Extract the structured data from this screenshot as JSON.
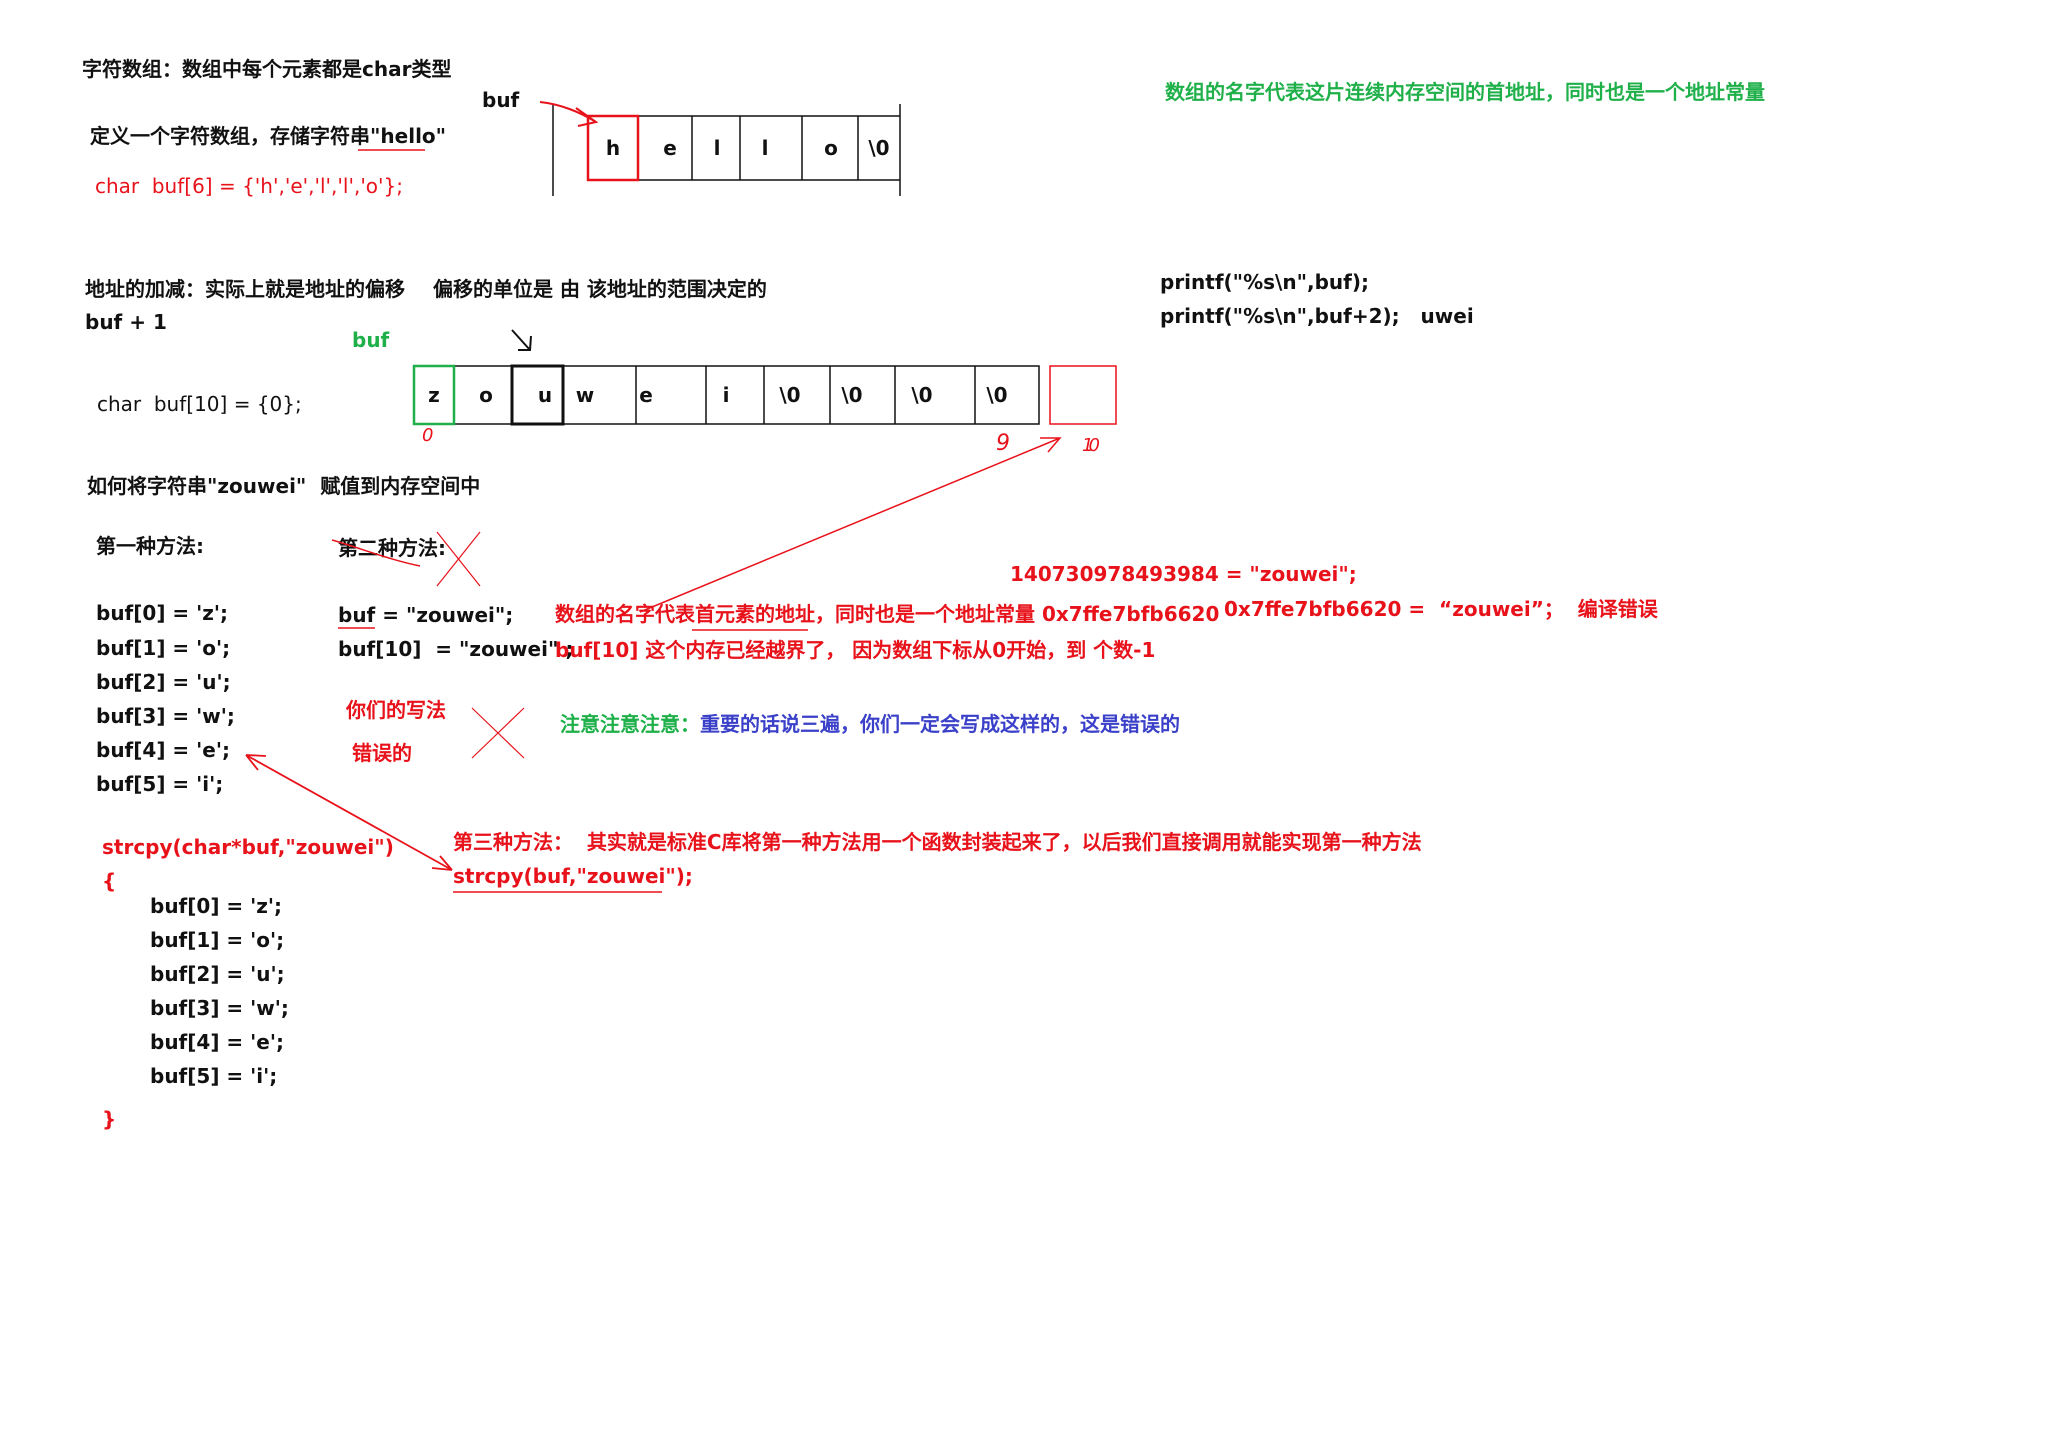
{
  "colors": {
    "text": "#111111",
    "red": "#e8121b",
    "green": "#1fb04a",
    "blue": "#3a40c8"
  },
  "sec1": {
    "title": "字符数组：数组中每个元素都是char类型",
    "define": "定义一个字符数组，存储字符串\"hello\"",
    "code": "char  buf[6] = {'h','e','l','l','o'};",
    "buf_label": "buf",
    "cells": [
      "h",
      "e",
      "l",
      "l",
      "o",
      "\\0"
    ],
    "note_green": "数组的名字代表这片连续内存空间的首地址，同时也是一个地址常量"
  },
  "sec2": {
    "title": "地址的加减：实际上就是地址的偏移",
    "offset_note": "偏移的单位是 由 该地址的范围决定的",
    "buf_plus": "buf + 1",
    "buf_label": "buf",
    "code": "char  buf[10] = {0};",
    "cells": [
      "z",
      "o",
      "u",
      "w",
      "e",
      "i",
      "\\0",
      "\\0",
      "\\0",
      "\\0"
    ],
    "idx_start": "0",
    "idx_end": "9",
    "idx_over": "10",
    "printf1": "printf(\"%s\\n\",buf);",
    "printf2": "printf(\"%s\\n\",buf+2);   uwei"
  },
  "sec3": {
    "title": "如何将字符串\"zouwei\"  赋值到内存空间中",
    "method1": "第一种方法:",
    "method2": "第二种方法:",
    "m1_lines": [
      "buf[0] = 'z';",
      "buf[1] = 'o';",
      "buf[2] = 'u';",
      "buf[3] = 'w';",
      "buf[4] = 'e';",
      "buf[5] = 'i';"
    ],
    "m2_line1": "buf = \"zouwei\";",
    "m2_line2": "buf[10]  = \"zouwei\" ;",
    "m2_note1": "数组的名字代表首元素的地址，同时也是一个地址常量 0x7ffe7bfb6620",
    "m2_note2": "buf[10] 这个内存已经越界了， 因为数组下标从0开始，到 个数-1",
    "addr_dec": "140730978493984 = \"zouwei\";",
    "addr_hex": "0x7ffe7bfb6620 =  “zouwei”；  编译错误",
    "your_way": "你们的写法",
    "wrong": "错误的",
    "attn_green": "注意注意注意：",
    "attn_blue": "重要的话说三遍，你们一定会写成这样的，这是错误的"
  },
  "sec4": {
    "strcpy_sig": "strcpy(char*buf,\"zouwei\")",
    "brace_open": "{",
    "body": [
      "buf[0] = 'z';",
      "buf[1] = 'o';",
      "buf[2] = 'u';",
      "buf[3] = 'w';",
      "buf[4] = 'e';",
      "buf[5] = 'i';"
    ],
    "brace_close": "}",
    "method3": "第三种方法：  其实就是标准C库将第一种方法用一个函数封装起来了，以后我们直接调用就能实现第一种方法",
    "strcpy_call": "strcpy(buf,\"zouwei\");"
  }
}
